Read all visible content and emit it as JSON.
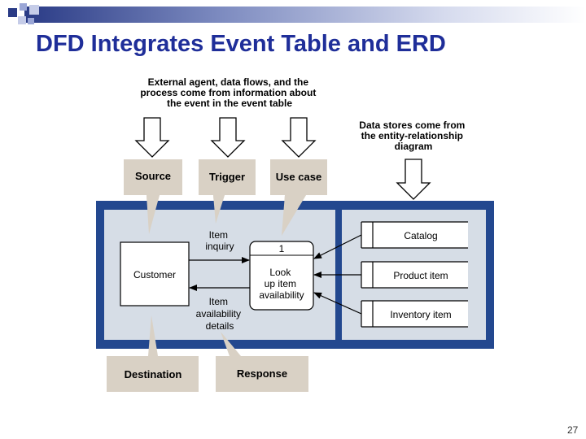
{
  "slide": {
    "title": "DFD Integrates Event Table and ERD",
    "page_number": "27"
  },
  "diagram": {
    "note_event": [
      "External agent, data flows, and the",
      "process come from information about",
      "the event in the event table"
    ],
    "note_erd": [
      "Data stores come from",
      "the entity-relationship",
      "diagram"
    ],
    "source_label": "Source",
    "trigger_label": "Trigger",
    "usecase_label": "Use case",
    "destination_label": "Destination",
    "response_label": "Response",
    "external_agent": "Customer",
    "process_number": "1",
    "process_name": [
      "Look",
      "up item",
      "availability"
    ],
    "flow_in": [
      "Item",
      "inquiry"
    ],
    "flow_out": [
      "Item",
      "availability",
      "details"
    ],
    "stores": [
      "Catalog",
      "Product item",
      "Inventory item"
    ]
  },
  "colors": {
    "title": "#1f2e99",
    "frame": "#23488f",
    "panel": "#d6dde6",
    "callout": "#d9d1c5"
  }
}
